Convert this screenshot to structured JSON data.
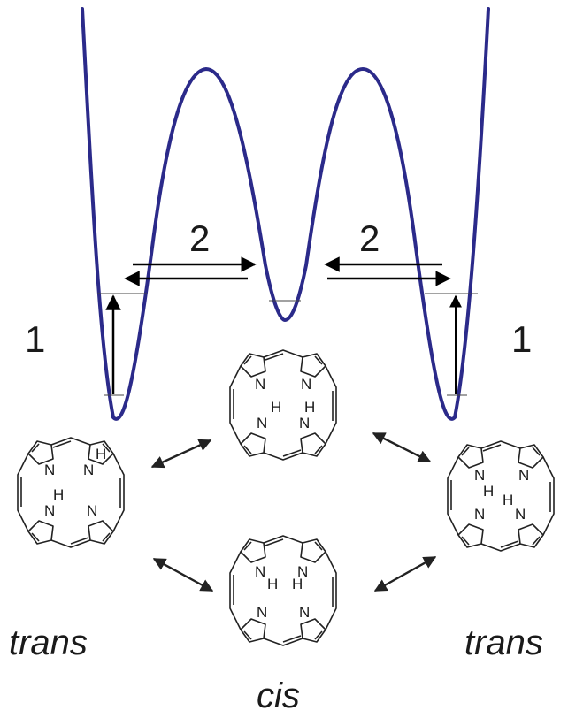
{
  "figure": {
    "curve_color": "#2b2a8a",
    "line_color": "#000000",
    "structure_color": "#222222",
    "labels": {
      "process_1_left": "1",
      "process_1_right": "1",
      "process_2_left": "2",
      "process_2_right": "2",
      "trans_left": "trans",
      "trans_right": "trans",
      "cis": "cis"
    },
    "atoms": {
      "nitrogen": "N",
      "hydrogen": "H"
    }
  }
}
